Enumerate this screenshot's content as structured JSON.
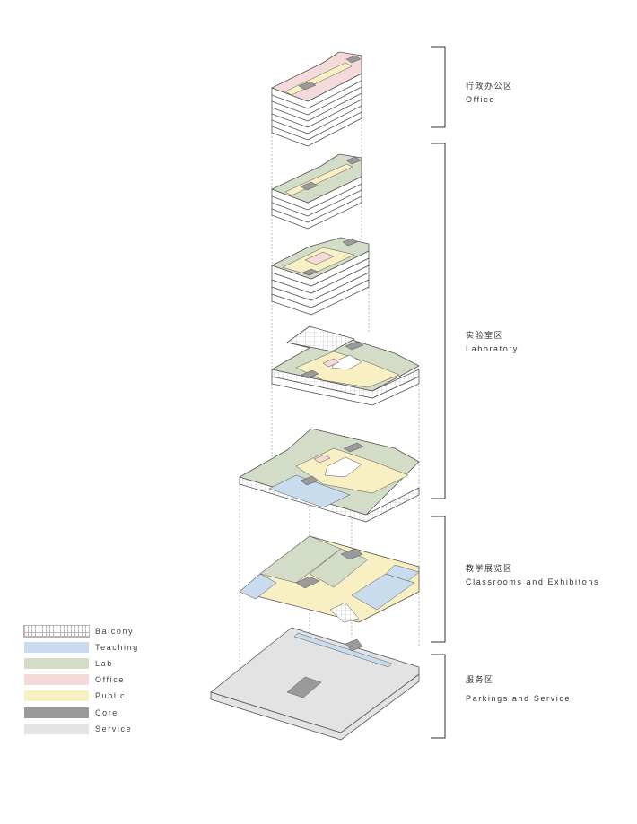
{
  "zones": [
    {
      "zh": "行政办公区",
      "en": "Office"
    },
    {
      "zh": "实验室区",
      "en": "Laboratory"
    },
    {
      "zh": "教学展览区",
      "en": "Classrooms and Exhibitons"
    },
    {
      "zh": "服务区",
      "en": "Parkings and Service"
    }
  ],
  "legend": [
    {
      "label": "Balcony",
      "color": "#ffffff",
      "pattern": "grid"
    },
    {
      "label": "Teaching",
      "color": "#c9dcee"
    },
    {
      "label": "Lab",
      "color": "#d2dcc6"
    },
    {
      "label": "Office",
      "color": "#f5dada"
    },
    {
      "label": "Public",
      "color": "#f8f0c2"
    },
    {
      "label": "Core",
      "color": "#9a9a9a"
    },
    {
      "label": "Service",
      "color": "#e3e3e3"
    }
  ],
  "colors": {
    "line": "#555555",
    "core": "#9a9a9a",
    "lab": "#d2dcc6",
    "office": "#f5dada",
    "public": "#f8f0c2",
    "teaching": "#c9dcee",
    "service": "#e3e3e3",
    "yellow_strip": "#f3e7a6"
  }
}
